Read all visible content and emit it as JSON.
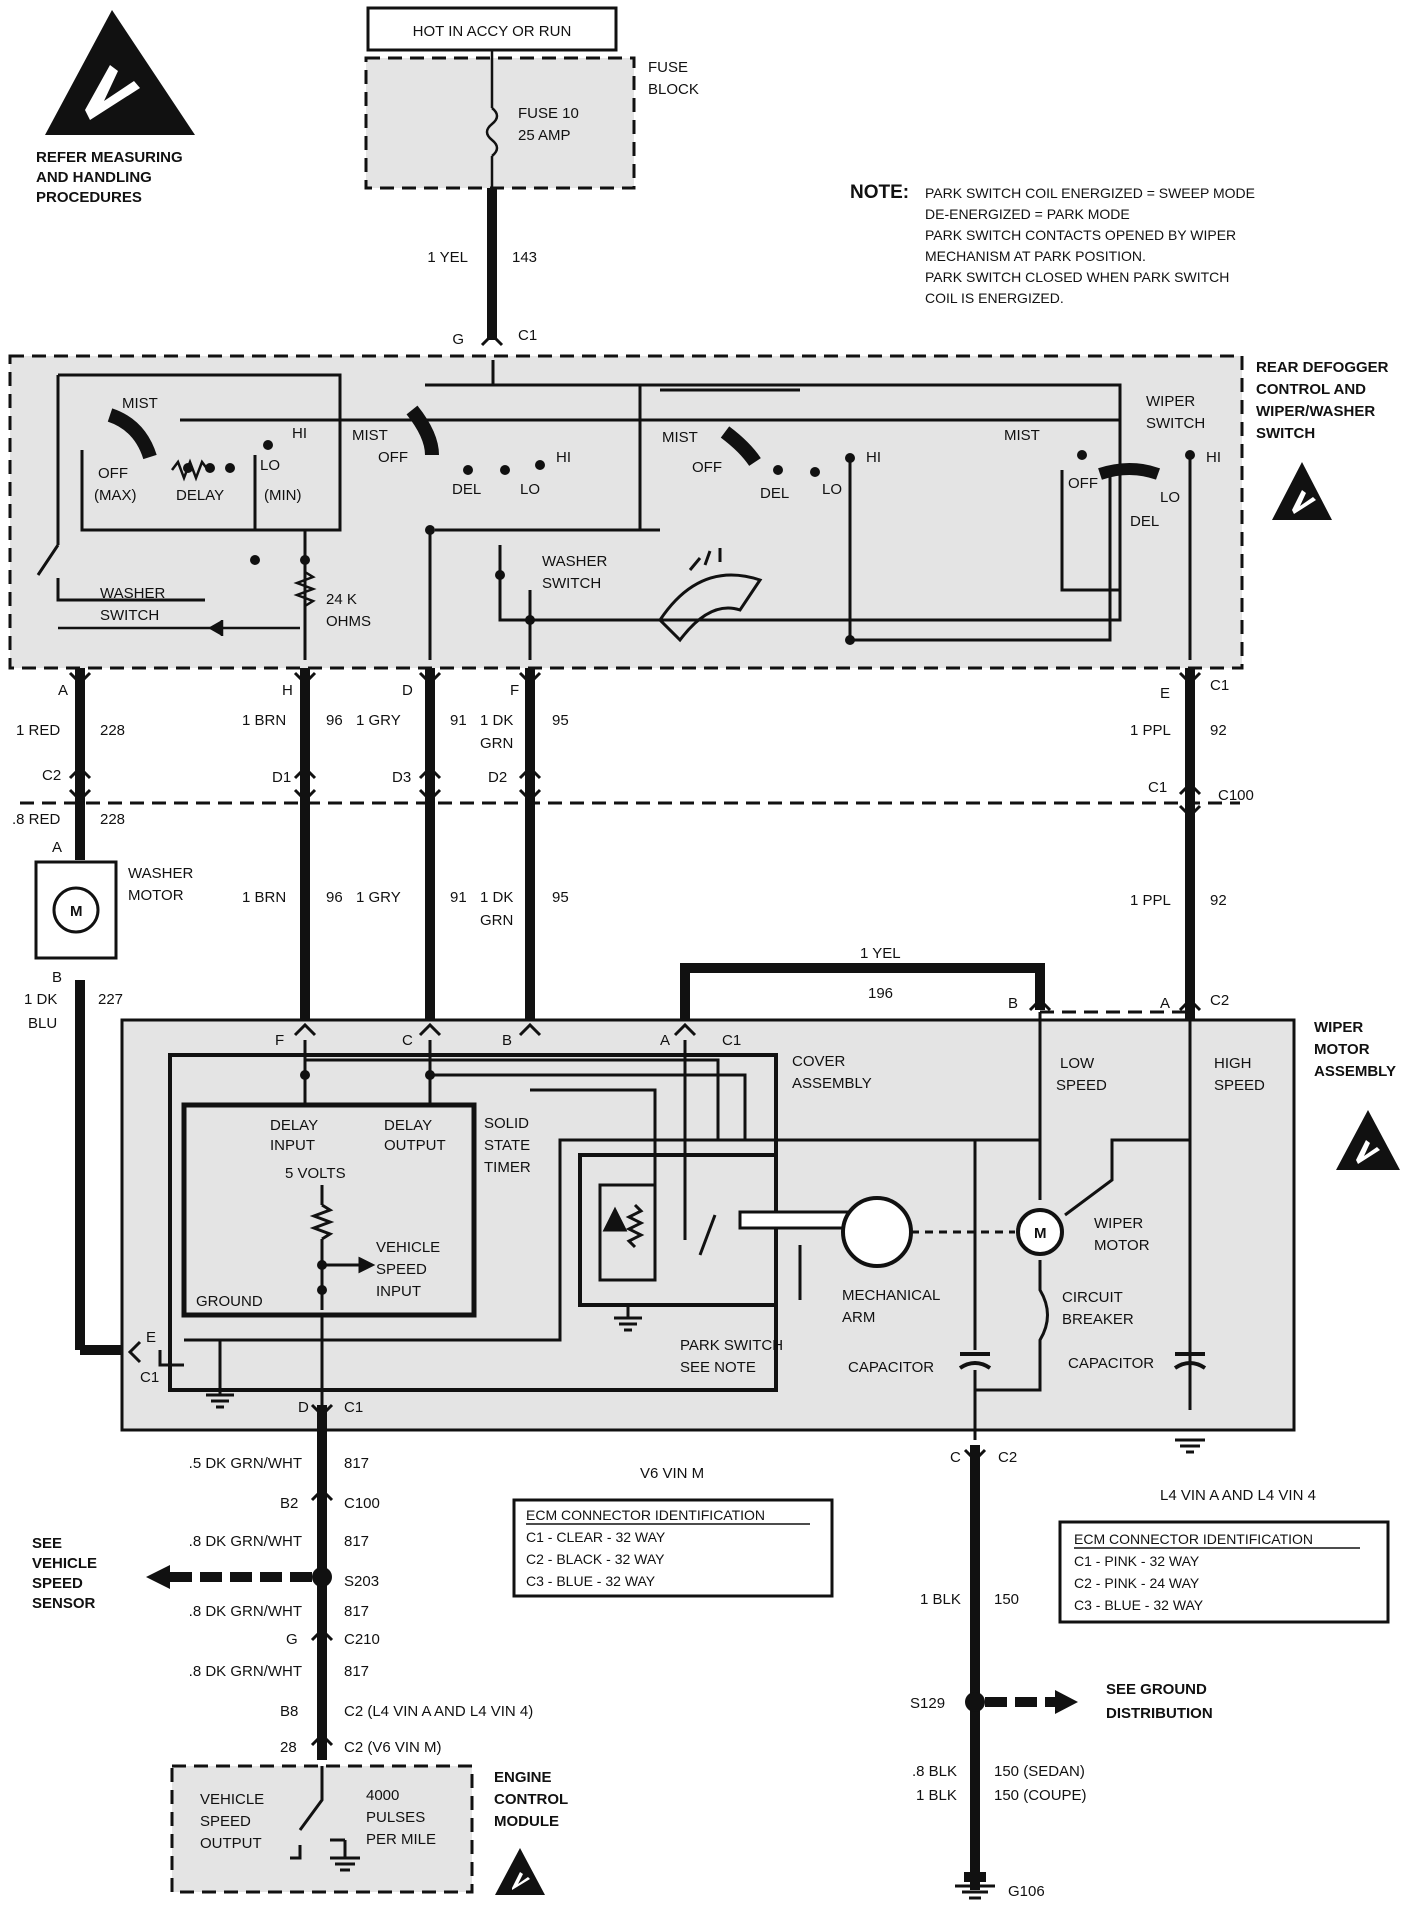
{
  "power": {
    "hot_label": "HOT IN ACCY OR RUN"
  },
  "fuse": {
    "block_label_1": "FUSE",
    "block_label_2": "BLOCK",
    "name": "FUSE 10",
    "rating": "25 AMP"
  },
  "warning_top": {
    "line1": "REFER MEASURING",
    "line2": "AND HANDLING",
    "line3": "PROCEDURES"
  },
  "note": {
    "title": "NOTE:",
    "lines": [
      "PARK SWITCH COIL ENERGIZED = SWEEP MODE",
      "DE-ENERGIZED = PARK MODE",
      "PARK SWITCH CONTACTS OPENED BY WIPER",
      "MECHANISM AT PARK POSITION.",
      "PARK SWITCH  CLOSED WHEN PARK SWITCH",
      "COIL IS ENERGIZED."
    ]
  },
  "feed_wire": {
    "color": "1 YEL",
    "circuit": "143",
    "pin": "G",
    "connector": "C1"
  },
  "switch_assembly": {
    "title": [
      "REAR DEFOGGER",
      "CONTROL AND",
      "WIPER/WASHER",
      "SWITCH"
    ],
    "mist": "MIST",
    "off": "OFF",
    "max": "(MAX)",
    "delay": "DELAY",
    "min": "(MIN)",
    "hi": "HI",
    "lo": "LO",
    "del": "DEL",
    "washer_switch_1": "WASHER",
    "washer_switch_2": "SWITCH",
    "resistor_1": "24 K",
    "resistor_2": "OHMS",
    "wiper_switch_1": "WIPER",
    "wiper_switch_2": "SWITCH"
  },
  "wires": {
    "a": {
      "pin": "A",
      "color": "1 RED",
      "circuit": "228",
      "conn": "C2",
      "color2": ".8 RED",
      "circuit2": "228"
    },
    "h": {
      "pin": "H",
      "color": "1 BRN",
      "circuit": "96",
      "pin2": "D1"
    },
    "d": {
      "pin": "D",
      "color": "1 GRY",
      "circuit": "91",
      "pin2": "D3"
    },
    "f": {
      "pin": "F",
      "color": "1 DK",
      "color_b": "GRN",
      "circuit": "95",
      "pin2": "D2"
    },
    "e": {
      "pin": "E",
      "conn": "C1",
      "color": "1 PPL",
      "circuit": "92",
      "c1": "C1",
      "c100": "C100"
    }
  },
  "washer_motor": {
    "pin_a": "A",
    "label_1": "WASHER",
    "label_2": "MOTOR",
    "m": "M",
    "pin_b": "B",
    "color_1": "1 DK",
    "color_2": "BLU",
    "circuit": "227"
  },
  "motor_assembly": {
    "title": [
      "WIPER",
      "MOTOR",
      "ASSEMBLY"
    ],
    "yel_color": "1 YEL",
    "yel_circuit": "196",
    "pin_b": "B",
    "pin_a": "A",
    "conn_c2": "C2",
    "pins_top": [
      "F",
      "C",
      "B",
      "A"
    ],
    "conn_c1": "C1",
    "cover_1": "COVER",
    "cover_2": "ASSEMBLY",
    "low_1": "LOW",
    "low_2": "SPEED",
    "high_1": "HIGH",
    "high_2": "SPEED",
    "delay_input_1": "DELAY",
    "delay_input_2": "INPUT",
    "delay_output_1": "DELAY",
    "delay_output_2": "OUTPUT",
    "timer_1": "SOLID",
    "timer_2": "STATE",
    "timer_3": "TIMER",
    "volts": "5 VOLTS",
    "vss_1": "VEHICLE",
    "vss_2": "SPEED",
    "vss_3": "INPUT",
    "ground": "GROUND",
    "wiper_motor_1": "WIPER",
    "wiper_motor_2": "MOTOR",
    "m": "M",
    "cb_1": "CIRCUIT",
    "cb_2": "BREAKER",
    "mech_1": "MECHANICAL",
    "mech_2": "ARM",
    "park_1": "PARK SWITCH",
    "park_2": "SEE NOTE",
    "capacitor": "CAPACITOR",
    "capacitor2": "CAPACITOR",
    "pin_e": "E",
    "conn_e": "C1",
    "pin_d": "D",
    "conn_d": "C1"
  },
  "vss_circuit": {
    "w1_color": ".5 DK GRN/WHT",
    "w1_circuit": "817",
    "b2": "B2",
    "c100": "C100",
    "w2_color": ".8 DK GRN/WHT",
    "w2_circuit": "817",
    "see_1": "SEE",
    "see_2": "VEHICLE",
    "see_3": "SPEED",
    "see_4": "SENSOR",
    "splice": "S203",
    "w3_color": ".8 DK GRN/WHT",
    "w3_circuit": "817",
    "g": "G",
    "c210": "C210",
    "w4_color": ".8 DK GRN/WHT",
    "w4_circuit": "817",
    "b8": "B8",
    "c2_l4": "C2 (L4 VIN A AND L4 VIN 4)",
    "p28": "28",
    "c2_v6": "C2 (V6 VIN M)"
  },
  "ecm": {
    "label_1": "ENGINE",
    "label_2": "CONTROL",
    "label_3": "MODULE",
    "out_1": "VEHICLE",
    "out_2": "SPEED",
    "out_3": "OUTPUT",
    "pulses_1": "4000",
    "pulses_2": "PULSES",
    "pulses_3": "PER MILE"
  },
  "ecm_v6": {
    "heading": "V6 VIN M",
    "title": "ECM CONNECTOR IDENTIFICATION",
    "rows": [
      "C1 - CLEAR - 32 WAY",
      "C2 - BLACK - 32 WAY",
      "C3 - BLUE - 32 WAY"
    ]
  },
  "ecm_l4": {
    "heading": "L4 VIN A AND L4 VIN 4",
    "title": "ECM CONNECTOR IDENTIFICATION",
    "rows": [
      "C1 - PINK - 32 WAY",
      "C2 - PINK - 24 WAY",
      "C3 - BLUE - 32 WAY"
    ]
  },
  "ground_circuit": {
    "pin": "C",
    "conn": "C2",
    "color": "1 BLK",
    "circuit": "150",
    "splice": "S129",
    "see_1": "SEE GROUND",
    "see_2": "DISTRIBUTION",
    "sedan_color": ".8 BLK",
    "sedan": "150 (SEDAN)",
    "coupe_color": "1 BLK",
    "coupe": "150 (COUPE)",
    "ground": "G106"
  }
}
